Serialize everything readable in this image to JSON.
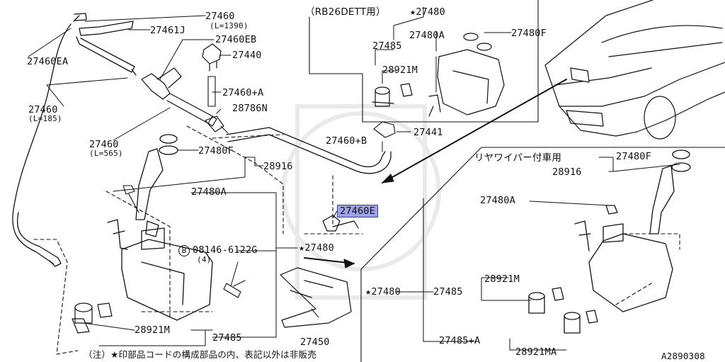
{
  "header": {
    "variant": "（RB26DETT用）",
    "variant_part": "★27480",
    "rear_wiper": "リヤワイパー付車用"
  },
  "labels": {
    "p27460_top": "27460",
    "p27460_top_len": "(L=1390)",
    "p27461j": "27461J",
    "p27460eb": "27460EB",
    "p27440": "27440",
    "p27460ea": "27460EA",
    "p27460a": "27460+A",
    "p28786n": "28786N",
    "p27460_mid": "27460",
    "p27460_mid_len": "(L=185)",
    "p27460_low": "27460",
    "p27460_low_len": "(L=565)",
    "p27460b": "27460+B",
    "p27441": "27441",
    "p27480f": "27480F",
    "p28916": "28916",
    "p27480a": "27480A",
    "p27460e": "27460E",
    "bolt_b": "B",
    "p08146": "08146-6122G",
    "p08146_qty": "(4)",
    "p27480": "★27480",
    "p28921m": "28921M",
    "p27485": "27485",
    "p27450": "27450",
    "ins_27480a": "27480A",
    "ins_27480f": "27480F",
    "ins_27485": "27485",
    "ins_28921m": "28921M",
    "r_27480f": "27480F",
    "r_28916": "28916",
    "r_27480a": "27480A",
    "r_27480": "★27480",
    "r_27485": "27485",
    "r_28921m": "28921M",
    "r_27485a": "27485+A",
    "r_28921ma": "28921MA"
  },
  "footer": {
    "note": "（注）★印部品コードの構成部品の内、表記以外は非販売",
    "diagram_code": "A2890308"
  }
}
